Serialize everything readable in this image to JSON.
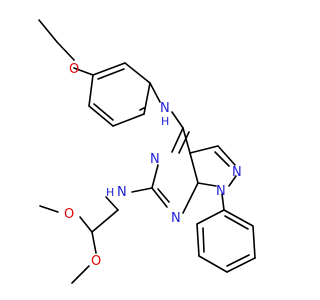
{
  "colors": {
    "carbon_bond": "#000000",
    "nitrogen": "#1f1fd6",
    "oxygen": "#e00000",
    "background": "#ffffff"
  },
  "atom_labels": {
    "o_ether": "O",
    "nh_top": "N",
    "nh_top_h": "H",
    "n_pyrimidine_left": "N",
    "n_pyrimidine_bottom": "N",
    "n_pyrazole_right": "N",
    "n_pyrazole_bottom": "N",
    "nh_left": "N",
    "nh_left_h": "H",
    "o_methoxy_upper": "O",
    "o_methoxy_lower": "O"
  }
}
